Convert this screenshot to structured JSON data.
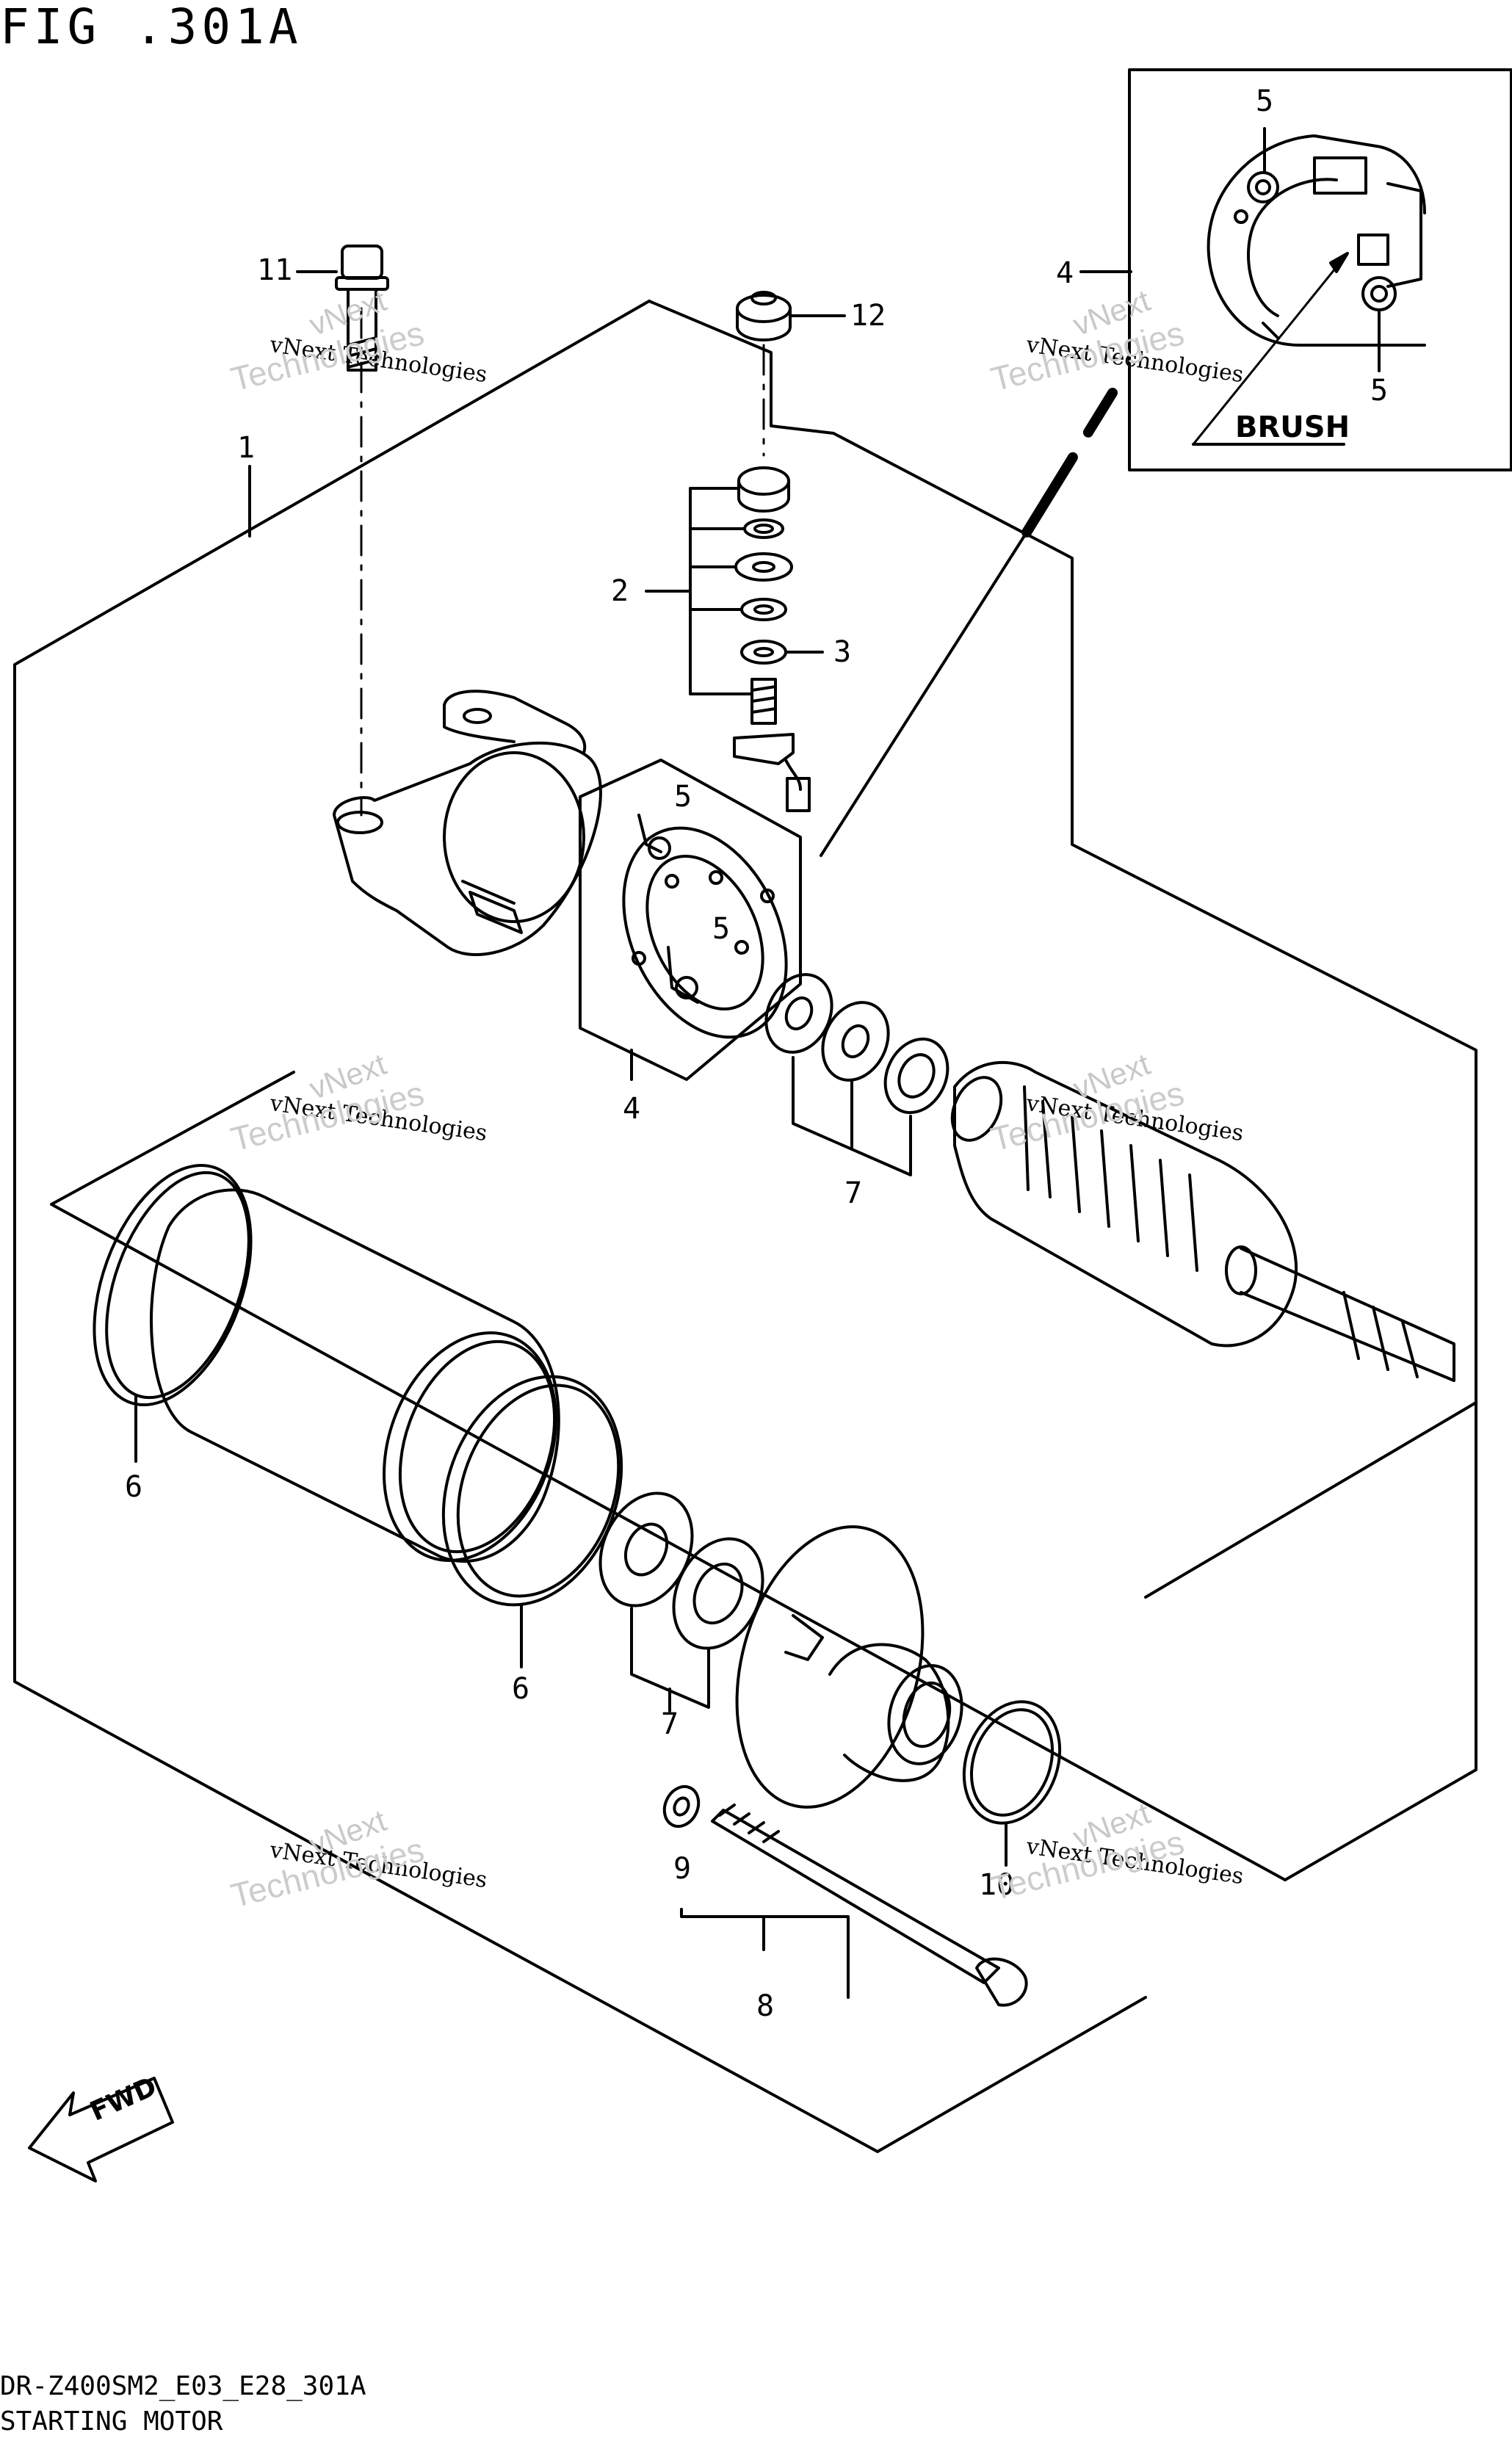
{
  "figure_label": "FIG .301A",
  "footer": {
    "code": "DR-Z400SM2_E03_E28_301A",
    "title": "STARTING MOTOR"
  },
  "inset": {
    "brush_label": "BRUSH"
  },
  "fwd_label": "FWD",
  "watermark": {
    "line1": "vNext",
    "line2": "vNext Technologies",
    "line3": "Technologies"
  },
  "callouts": {
    "c1": "1",
    "c2": "2",
    "c3": "3",
    "c4_inset": "4",
    "c4_main": "4",
    "c5_inset_top": "5",
    "c5_inset_bottom": "5",
    "c5_main_top": "5",
    "c5_main_bottom": "5",
    "c6_left": "6",
    "c6_mid": "6",
    "c7_upper": "7",
    "c7_lower": "7",
    "c8": "8",
    "c9": "9",
    "c10": "10",
    "c11": "11",
    "c12": "12"
  }
}
